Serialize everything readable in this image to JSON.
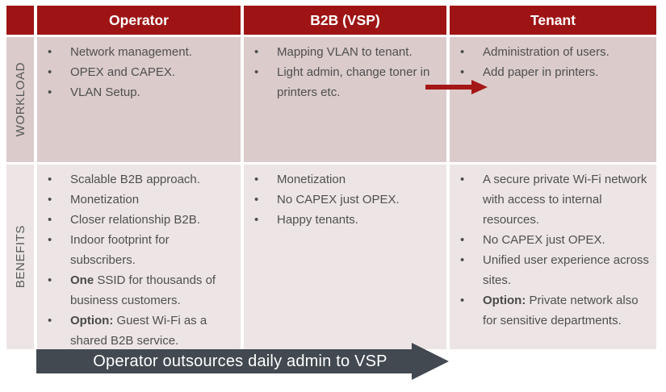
{
  "colors": {
    "header-red": "#9e1414",
    "arrow-red": "#a51616",
    "workload-bg": "#dbcbcb",
    "benefits-bg": "#ede5e5",
    "banner-dark": "#424950",
    "text-gray": "#4f4f4f",
    "label-gray": "#595959"
  },
  "table": {
    "row_labels": [
      "WORKLOAD",
      "BENEFITS"
    ],
    "columns": [
      {
        "header": "Operator",
        "workload": [
          "Network management.",
          "OPEX and CAPEX.",
          "VLAN Setup."
        ],
        "benefits": [
          "Scalable B2B approach.",
          "Monetization",
          "Closer relationship B2B.",
          "Indoor footprint for subscribers.",
          {
            "bold": "One",
            "text": " SSID for thousands of business customers."
          },
          {
            "bold": "Option:",
            "text": " Guest Wi-Fi as a shared B2B service."
          }
        ]
      },
      {
        "header": "B2B (VSP)",
        "workload": [
          "Mapping VLAN to tenant.",
          "Light admin, change toner in printers etc."
        ],
        "benefits": [
          "Monetization",
          "No CAPEX just OPEX.",
          "Happy tenants."
        ]
      },
      {
        "header": "Tenant",
        "workload": [
          "Administration of users.",
          "Add paper in printers."
        ],
        "benefits": [
          "A secure private Wi-Fi network with access to internal resources.",
          "No CAPEX just OPEX.",
          "Unified user experience across sites.",
          {
            "bold": "Option:",
            "text": " Private network also for sensitive departments."
          }
        ]
      }
    ]
  },
  "workload_arrow": {
    "icon": "red-arrow-right"
  },
  "banner": {
    "label": "Operator outsources daily admin to VSP",
    "icon": "dark-arrow-right"
  }
}
